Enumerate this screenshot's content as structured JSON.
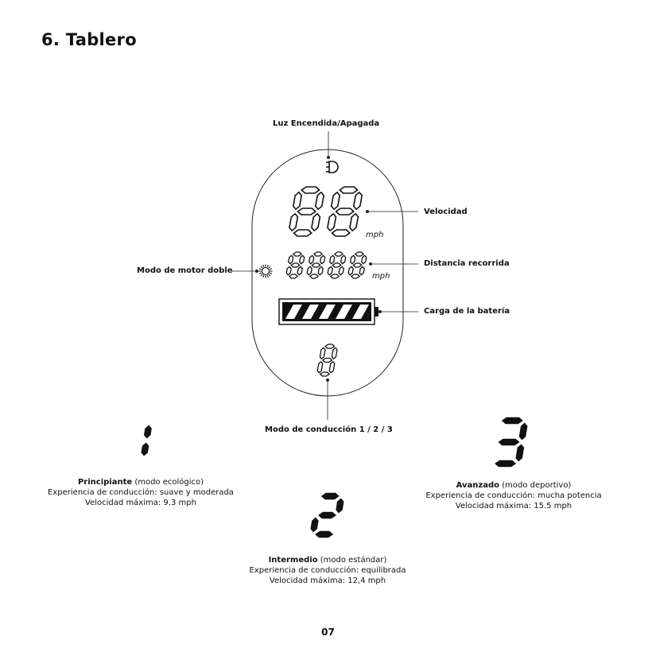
{
  "page": {
    "title": "6. Tablero",
    "page_number": "07"
  },
  "display": {
    "speed_digits": "88",
    "speed_unit": "mph",
    "distance_digits": "8888",
    "distance_unit": "mph",
    "mode_digit": "8",
    "battery_level": 1.0,
    "icons": [
      "headlight-icon",
      "dual-motor-icon",
      "battery-icon"
    ]
  },
  "callouts": {
    "light": "Luz Encendida/Apagada",
    "speed": "Velocidad",
    "distance": "Distancia recorrida",
    "dual_motor": "Modo de motor doble",
    "battery": "Carga de la batería",
    "riding_mode": "Modo de conducción 1 / 2 / 3"
  },
  "modes": [
    {
      "digit": "1",
      "name": "Principiante",
      "type": "(modo ecológico)",
      "experience": "Experiencia de conducción: suave y moderada",
      "max_speed": "Velocidad máxima: 9.3 mph"
    },
    {
      "digit": "2",
      "name": "Intermedio",
      "type": "(modo estándar)",
      "experience": "Experiencia de conducción: equilibrada",
      "max_speed": "Velocidad máxima: 12,4 mph"
    },
    {
      "digit": "3",
      "name": "Avanzado",
      "type": "(modo deportivo)",
      "experience": "Experiencia de conducción: mucha potencia",
      "max_speed": "Velocidad máxima: 15.5 mph"
    }
  ]
}
